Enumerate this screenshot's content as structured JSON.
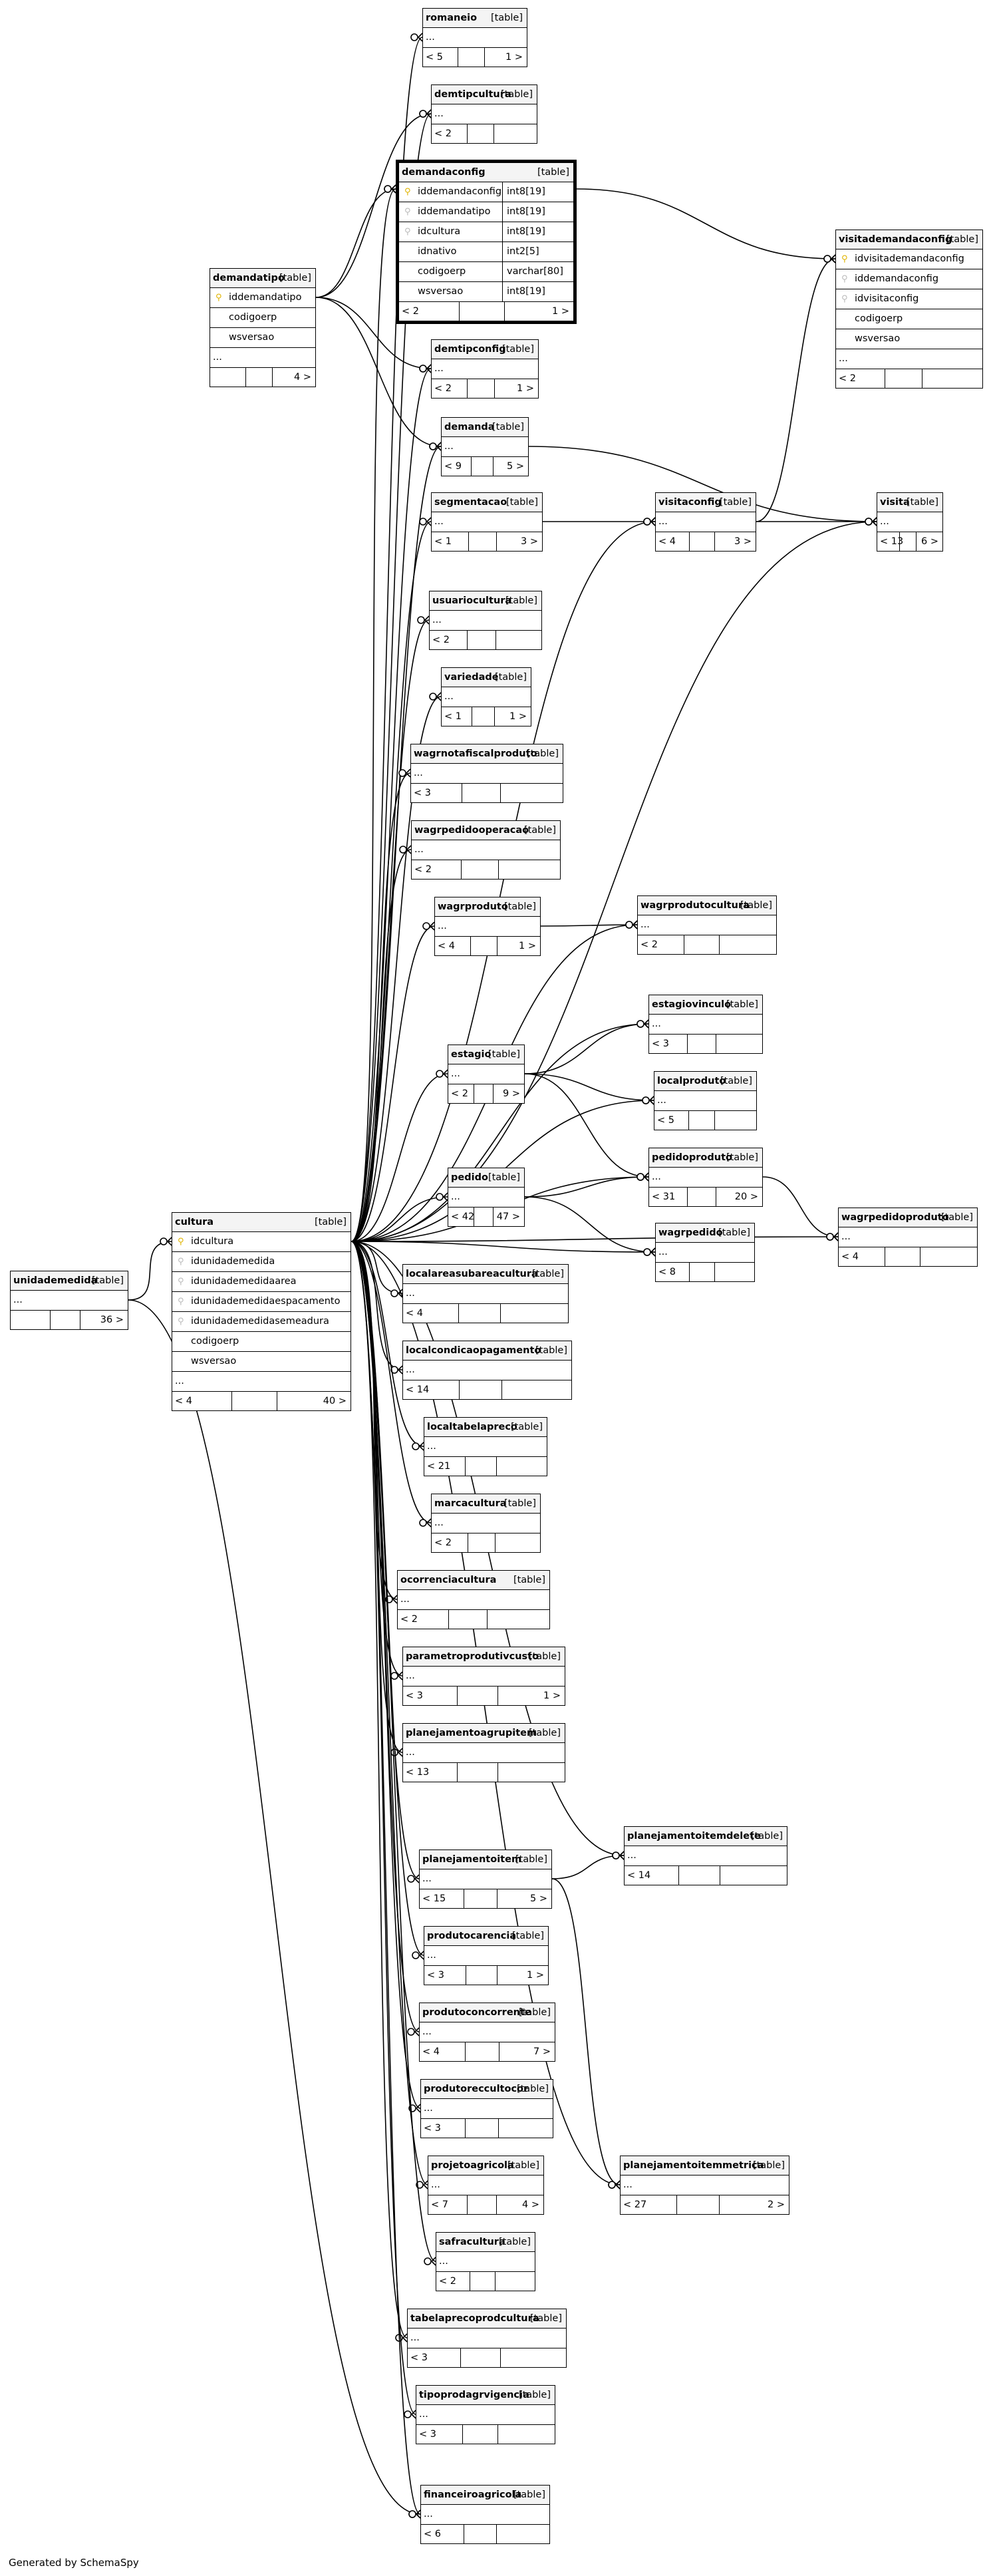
{
  "footer_text": "Generated by SchemaSpy",
  "tables": [
    {
      "id": "romaneio",
      "name": "romaneio",
      "tag": "[table]",
      "footer_left": "< 5",
      "footer_right": "1 >"
    },
    {
      "id": "demtipcultura",
      "name": "demtipcultura",
      "tag": "[table]",
      "footer_left": "< 2",
      "footer_right": ""
    },
    {
      "id": "demandaconfig",
      "name": "demandaconfig",
      "tag": "[table]",
      "focus": true,
      "columns": [
        {
          "name": "iddemandaconfig",
          "type": "int8[19]",
          "key": "pk"
        },
        {
          "name": "iddemandatipo",
          "type": "int8[19]",
          "key": "fk"
        },
        {
          "name": "idcultura",
          "type": "int8[19]",
          "key": "fk"
        },
        {
          "name": "idnativo",
          "type": "int2[5]",
          "key": ""
        },
        {
          "name": "codigoerp",
          "type": "varchar[80]",
          "key": ""
        },
        {
          "name": "wsversao",
          "type": "int8[19]",
          "key": ""
        }
      ],
      "footer_left": "< 2",
      "footer_right": "1 >"
    },
    {
      "id": "visitademandaconfig",
      "name": "visitademandaconfig",
      "tag": "[table]",
      "columns": [
        {
          "name": "idvisitademandaconfig",
          "key": "pk"
        },
        {
          "name": "iddemandaconfig",
          "key": "fk"
        },
        {
          "name": "idvisitaconfig",
          "key": "fk"
        },
        {
          "name": "codigoerp",
          "key": ""
        },
        {
          "name": "wsversao",
          "key": ""
        },
        {
          "name": "...",
          "key": ""
        }
      ],
      "footer_left": "< 2",
      "footer_right": ""
    },
    {
      "id": "demandatipo",
      "name": "demandatipo",
      "tag": "[table]",
      "columns": [
        {
          "name": "iddemandatipo",
          "key": "pk"
        },
        {
          "name": "codigoerp",
          "key": ""
        },
        {
          "name": "wsversao",
          "key": ""
        },
        {
          "name": "...",
          "key": ""
        }
      ],
      "footer_left": "",
      "footer_right": "4 >"
    },
    {
      "id": "demtipconfig",
      "name": "demtipconfig",
      "tag": "[table]",
      "footer_left": "< 2",
      "footer_right": "1 >"
    },
    {
      "id": "demanda",
      "name": "demanda",
      "tag": "[table]",
      "footer_left": "< 9",
      "footer_right": "5 >"
    },
    {
      "id": "segmentacao",
      "name": "segmentacao",
      "tag": "[table]",
      "footer_left": "< 1",
      "footer_right": "3 >"
    },
    {
      "id": "visitaconfig",
      "name": "visitaconfig",
      "tag": "[table]",
      "footer_left": "< 4",
      "footer_right": "3 >"
    },
    {
      "id": "visita",
      "name": "visita",
      "tag": "[table]",
      "footer_left": "< 13",
      "footer_right": "6 >"
    },
    {
      "id": "usuariocultura",
      "name": "usuariocultura",
      "tag": "[table]",
      "footer_left": "< 2",
      "footer_right": ""
    },
    {
      "id": "variedade",
      "name": "variedade",
      "tag": "[table]",
      "footer_left": "< 1",
      "footer_right": "1 >"
    },
    {
      "id": "wagrnotafiscalproduto",
      "name": "wagrnotafiscalproduto",
      "tag": "[table]",
      "footer_left": "< 3",
      "footer_right": ""
    },
    {
      "id": "wagrpedidooperacao",
      "name": "wagrpedidooperacao",
      "tag": "[table]",
      "footer_left": "< 2",
      "footer_right": ""
    },
    {
      "id": "wagrproduto",
      "name": "wagrproduto",
      "tag": "[table]",
      "footer_left": "< 4",
      "footer_right": "1 >"
    },
    {
      "id": "wagrprodutocultura",
      "name": "wagrprodutocultura",
      "tag": "[table]",
      "footer_left": "< 2",
      "footer_right": ""
    },
    {
      "id": "estagiovinculo",
      "name": "estagiovinculo",
      "tag": "[table]",
      "footer_left": "< 3",
      "footer_right": ""
    },
    {
      "id": "estagio",
      "name": "estagio",
      "tag": "[table]",
      "footer_left": "< 2",
      "footer_right": "9 >"
    },
    {
      "id": "localproduto",
      "name": "localproduto",
      "tag": "[table]",
      "footer_left": "< 5",
      "footer_right": ""
    },
    {
      "id": "pedido",
      "name": "pedido",
      "tag": "[table]",
      "footer_left": "< 42",
      "footer_right": "47 >"
    },
    {
      "id": "pedidoproduto",
      "name": "pedidoproduto",
      "tag": "[table]",
      "footer_left": "< 31",
      "footer_right": "20 >"
    },
    {
      "id": "wagrpedido",
      "name": "wagrpedido",
      "tag": "[table]",
      "footer_left": "< 8",
      "footer_right": ""
    },
    {
      "id": "wagrpedidoproduto",
      "name": "wagrpedidoproduto",
      "tag": "[table]",
      "footer_left": "< 4",
      "footer_right": ""
    },
    {
      "id": "unidademedida",
      "name": "unidademedida",
      "tag": "[table]",
      "footer_left": "",
      "footer_right": "36 >"
    },
    {
      "id": "cultura",
      "name": "cultura",
      "tag": "[table]",
      "columns": [
        {
          "name": "idcultura",
          "key": "pk"
        },
        {
          "name": "idunidademedida",
          "key": "fk"
        },
        {
          "name": "idunidademedidaarea",
          "key": "fk"
        },
        {
          "name": "idunidademedidaespacamento",
          "key": "fk"
        },
        {
          "name": "idunidademedidasemeadura",
          "key": "fk"
        },
        {
          "name": "codigoerp",
          "key": ""
        },
        {
          "name": "wsversao",
          "key": ""
        },
        {
          "name": "...",
          "key": ""
        }
      ],
      "footer_left": "< 4",
      "footer_right": "40 >"
    },
    {
      "id": "localareasubareacultura",
      "name": "localareasubareacultura",
      "tag": "[table]",
      "footer_left": "< 4",
      "footer_right": ""
    },
    {
      "id": "localcondicaopagamento",
      "name": "localcondicaopagamento",
      "tag": "[table]",
      "footer_left": "< 14",
      "footer_right": ""
    },
    {
      "id": "localtabelapreco",
      "name": "localtabelapreco",
      "tag": "[table]",
      "footer_left": "< 21",
      "footer_right": ""
    },
    {
      "id": "marcacultura",
      "name": "marcacultura",
      "tag": "[table]",
      "footer_left": "< 2",
      "footer_right": ""
    },
    {
      "id": "ocorrenciacultura",
      "name": "ocorrenciacultura",
      "tag": "[table]",
      "footer_left": "< 2",
      "footer_right": ""
    },
    {
      "id": "parametroprodutivcusto",
      "name": "parametroprodutivcusto",
      "tag": "[table]",
      "footer_left": "< 3",
      "footer_right": "1 >"
    },
    {
      "id": "planejamentoagrupitem",
      "name": "planejamentoagrupitem",
      "tag": "[table]",
      "footer_left": "< 13",
      "footer_right": ""
    },
    {
      "id": "planejamentoitemdelete",
      "name": "planejamentoitemdelete",
      "tag": "[table]",
      "footer_left": "< 14",
      "footer_right": ""
    },
    {
      "id": "planejamentoitem",
      "name": "planejamentoitem",
      "tag": "[table]",
      "footer_left": "< 15",
      "footer_right": "5 >"
    },
    {
      "id": "produtocarencia",
      "name": "produtocarencia",
      "tag": "[table]",
      "footer_left": "< 3",
      "footer_right": "1 >"
    },
    {
      "id": "produtoconcorrente",
      "name": "produtoconcorrente",
      "tag": "[table]",
      "footer_left": "< 4",
      "footer_right": "7 >"
    },
    {
      "id": "produtoreccultocor",
      "name": "produtoreccultocor",
      "tag": "[table]",
      "footer_left": "< 3",
      "footer_right": ""
    },
    {
      "id": "projetoagricola",
      "name": "projetoagricola",
      "tag": "[table]",
      "footer_left": "< 7",
      "footer_right": "4 >"
    },
    {
      "id": "planejamentoitemmetrica",
      "name": "planejamentoitemmetrica",
      "tag": "[table]",
      "footer_left": "< 27",
      "footer_right": "2 >"
    },
    {
      "id": "safracultura",
      "name": "safracultura",
      "tag": "[table]",
      "footer_left": "< 2",
      "footer_right": ""
    },
    {
      "id": "tabelaprecoprodcultura",
      "name": "tabelaprecoprodcultura",
      "tag": "[table]",
      "footer_left": "< 3",
      "footer_right": ""
    },
    {
      "id": "tipoprodagrvigencia",
      "name": "tipoprodagrvigencia",
      "tag": "[table]",
      "footer_left": "< 3",
      "footer_right": ""
    },
    {
      "id": "financeiroagricola",
      "name": "financeiroagricola",
      "tag": "[table]",
      "footer_left": "< 6",
      "footer_right": ""
    }
  ],
  "relationships": [
    [
      "cultura",
      "romaneio"
    ],
    [
      "cultura",
      "demtipcultura"
    ],
    [
      "cultura",
      "demandaconfig"
    ],
    [
      "cultura",
      "demtipconfig"
    ],
    [
      "cultura",
      "demanda"
    ],
    [
      "cultura",
      "segmentacao"
    ],
    [
      "cultura",
      "visitaconfig"
    ],
    [
      "cultura",
      "visita"
    ],
    [
      "cultura",
      "usuariocultura"
    ],
    [
      "cultura",
      "variedade"
    ],
    [
      "cultura",
      "wagrnotafiscalproduto"
    ],
    [
      "cultura",
      "wagrpedidooperacao"
    ],
    [
      "cultura",
      "wagrproduto"
    ],
    [
      "cultura",
      "wagrprodutocultura"
    ],
    [
      "cultura",
      "estagiovinculo"
    ],
    [
      "cultura",
      "estagio"
    ],
    [
      "cultura",
      "localproduto"
    ],
    [
      "cultura",
      "pedido"
    ],
    [
      "cultura",
      "pedidoproduto"
    ],
    [
      "cultura",
      "wagrpedido"
    ],
    [
      "cultura",
      "wagrpedidoproduto"
    ],
    [
      "cultura",
      "localareasubareacultura"
    ],
    [
      "cultura",
      "localcondicaopagamento"
    ],
    [
      "cultura",
      "localtabelapreco"
    ],
    [
      "cultura",
      "marcacultura"
    ],
    [
      "cultura",
      "ocorrenciacultura"
    ],
    [
      "cultura",
      "parametroprodutivcusto"
    ],
    [
      "cultura",
      "planejamentoagrupitem"
    ],
    [
      "cultura",
      "planejamentoitemdelete"
    ],
    [
      "cultura",
      "planejamentoitem"
    ],
    [
      "cultura",
      "produtocarencia"
    ],
    [
      "cultura",
      "produtoconcorrente"
    ],
    [
      "cultura",
      "produtoreccultocor"
    ],
    [
      "cultura",
      "projetoagricola"
    ],
    [
      "cultura",
      "planejamentoitemmetrica"
    ],
    [
      "cultura",
      "safracultura"
    ],
    [
      "cultura",
      "tabelaprecoprodcultura"
    ],
    [
      "cultura",
      "tipoprodagrvigencia"
    ],
    [
      "cultura",
      "financeiroagricola"
    ],
    [
      "demandatipo",
      "demtipcultura"
    ],
    [
      "demandatipo",
      "demandaconfig"
    ],
    [
      "demandatipo",
      "demtipconfig"
    ],
    [
      "demandatipo",
      "demanda"
    ],
    [
      "demandaconfig",
      "visitademandaconfig"
    ],
    [
      "visitaconfig",
      "visitademandaconfig"
    ],
    [
      "segmentacao",
      "visitaconfig"
    ],
    [
      "visitaconfig",
      "visita"
    ],
    [
      "demanda",
      "visita"
    ],
    [
      "wagrproduto",
      "wagrprodutocultura"
    ],
    [
      "estagio",
      "estagiovinculo"
    ],
    [
      "estagio",
      "localproduto"
    ],
    [
      "estagio",
      "pedidoproduto"
    ],
    [
      "pedido",
      "pedidoproduto"
    ],
    [
      "pedido",
      "wagrpedido"
    ],
    [
      "pedidoproduto",
      "wagrpedidoproduto"
    ],
    [
      "planejamentoitem",
      "planejamentoitemdelete"
    ],
    [
      "planejamentoitem",
      "planejamentoitemmetrica"
    ],
    [
      "unidademedida",
      "cultura"
    ],
    [
      "unidademedida",
      "financeiroagricola"
    ]
  ]
}
